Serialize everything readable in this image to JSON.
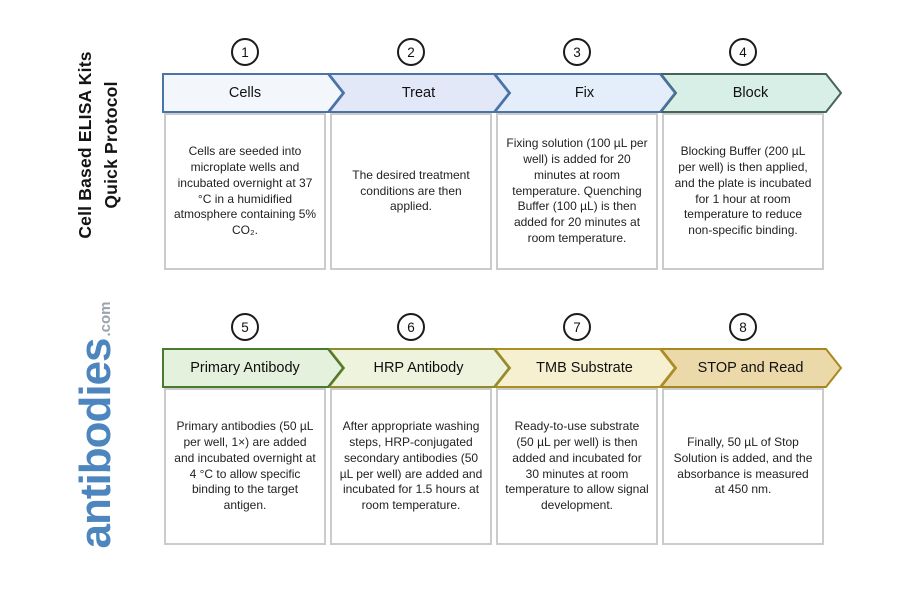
{
  "page": {
    "background": "#ffffff"
  },
  "sidebar": {
    "title_line1": "Cell Based ELISA Kits",
    "title_line2": "Quick Protocol",
    "logo_text": "antibodies",
    "logo_suffix": ".com",
    "logo_color": "#4d86bf",
    "logo_suffix_color": "#9ba2ab"
  },
  "steps": [
    {
      "number": "1",
      "label": "Cells",
      "fill": "#f3f7fc",
      "border": "#4a73a8",
      "description": "Cells are seeded into microplate wells and incubated overnight at 37 °C in a humidified atmosphere containing 5% CO₂."
    },
    {
      "number": "2",
      "label": "Treat",
      "fill": "#e2e8f8",
      "border": "#4a73a8",
      "description": "The desired treatment conditions are then applied."
    },
    {
      "number": "3",
      "label": "Fix",
      "fill": "#e4eefa",
      "border": "#4a73a8",
      "description": "Fixing solution (100 µL per well) is added for 20 minutes at room temperature. Quenching Buffer (100 µL) is then added for 20 minutes at room temperature."
    },
    {
      "number": "4",
      "label": "Block",
      "fill": "#d8efe7",
      "border": "#47645c",
      "description": "Blocking Buffer (200 µL per well) is then applied, and the plate is incubated for 1 hour at room temperature to reduce non-specific binding."
    },
    {
      "number": "5",
      "label": "Primary Antibody",
      "fill": "#e4f1dc",
      "border": "#4a7a2d",
      "description": "Primary antibodies (50 µL per well, 1×) are added and incubated overnight at 4 °C to allow specific binding to the target antigen."
    },
    {
      "number": "6",
      "label": "HRP Antibody",
      "fill": "#eef3dd",
      "border": "#8f8c2f",
      "description": "After appropriate washing steps, HRP-conjugated secondary antibodies (50 µL per well) are added and incubated for 1.5 hours at room temperature."
    },
    {
      "number": "7",
      "label": "TMB Substrate",
      "fill": "#f6f0d1",
      "border": "#ac8d26",
      "description": "Ready-to-use substrate (50 µL per well) is then added and incubated for 30 minutes at room temperature to allow signal development."
    },
    {
      "number": "8",
      "label": "STOP and Read",
      "fill": "#ecd9a9",
      "border": "#a9871f",
      "description": "Finally, 50 µL of Stop Solution is added, and the absorbance is measured at 450 nm."
    }
  ]
}
